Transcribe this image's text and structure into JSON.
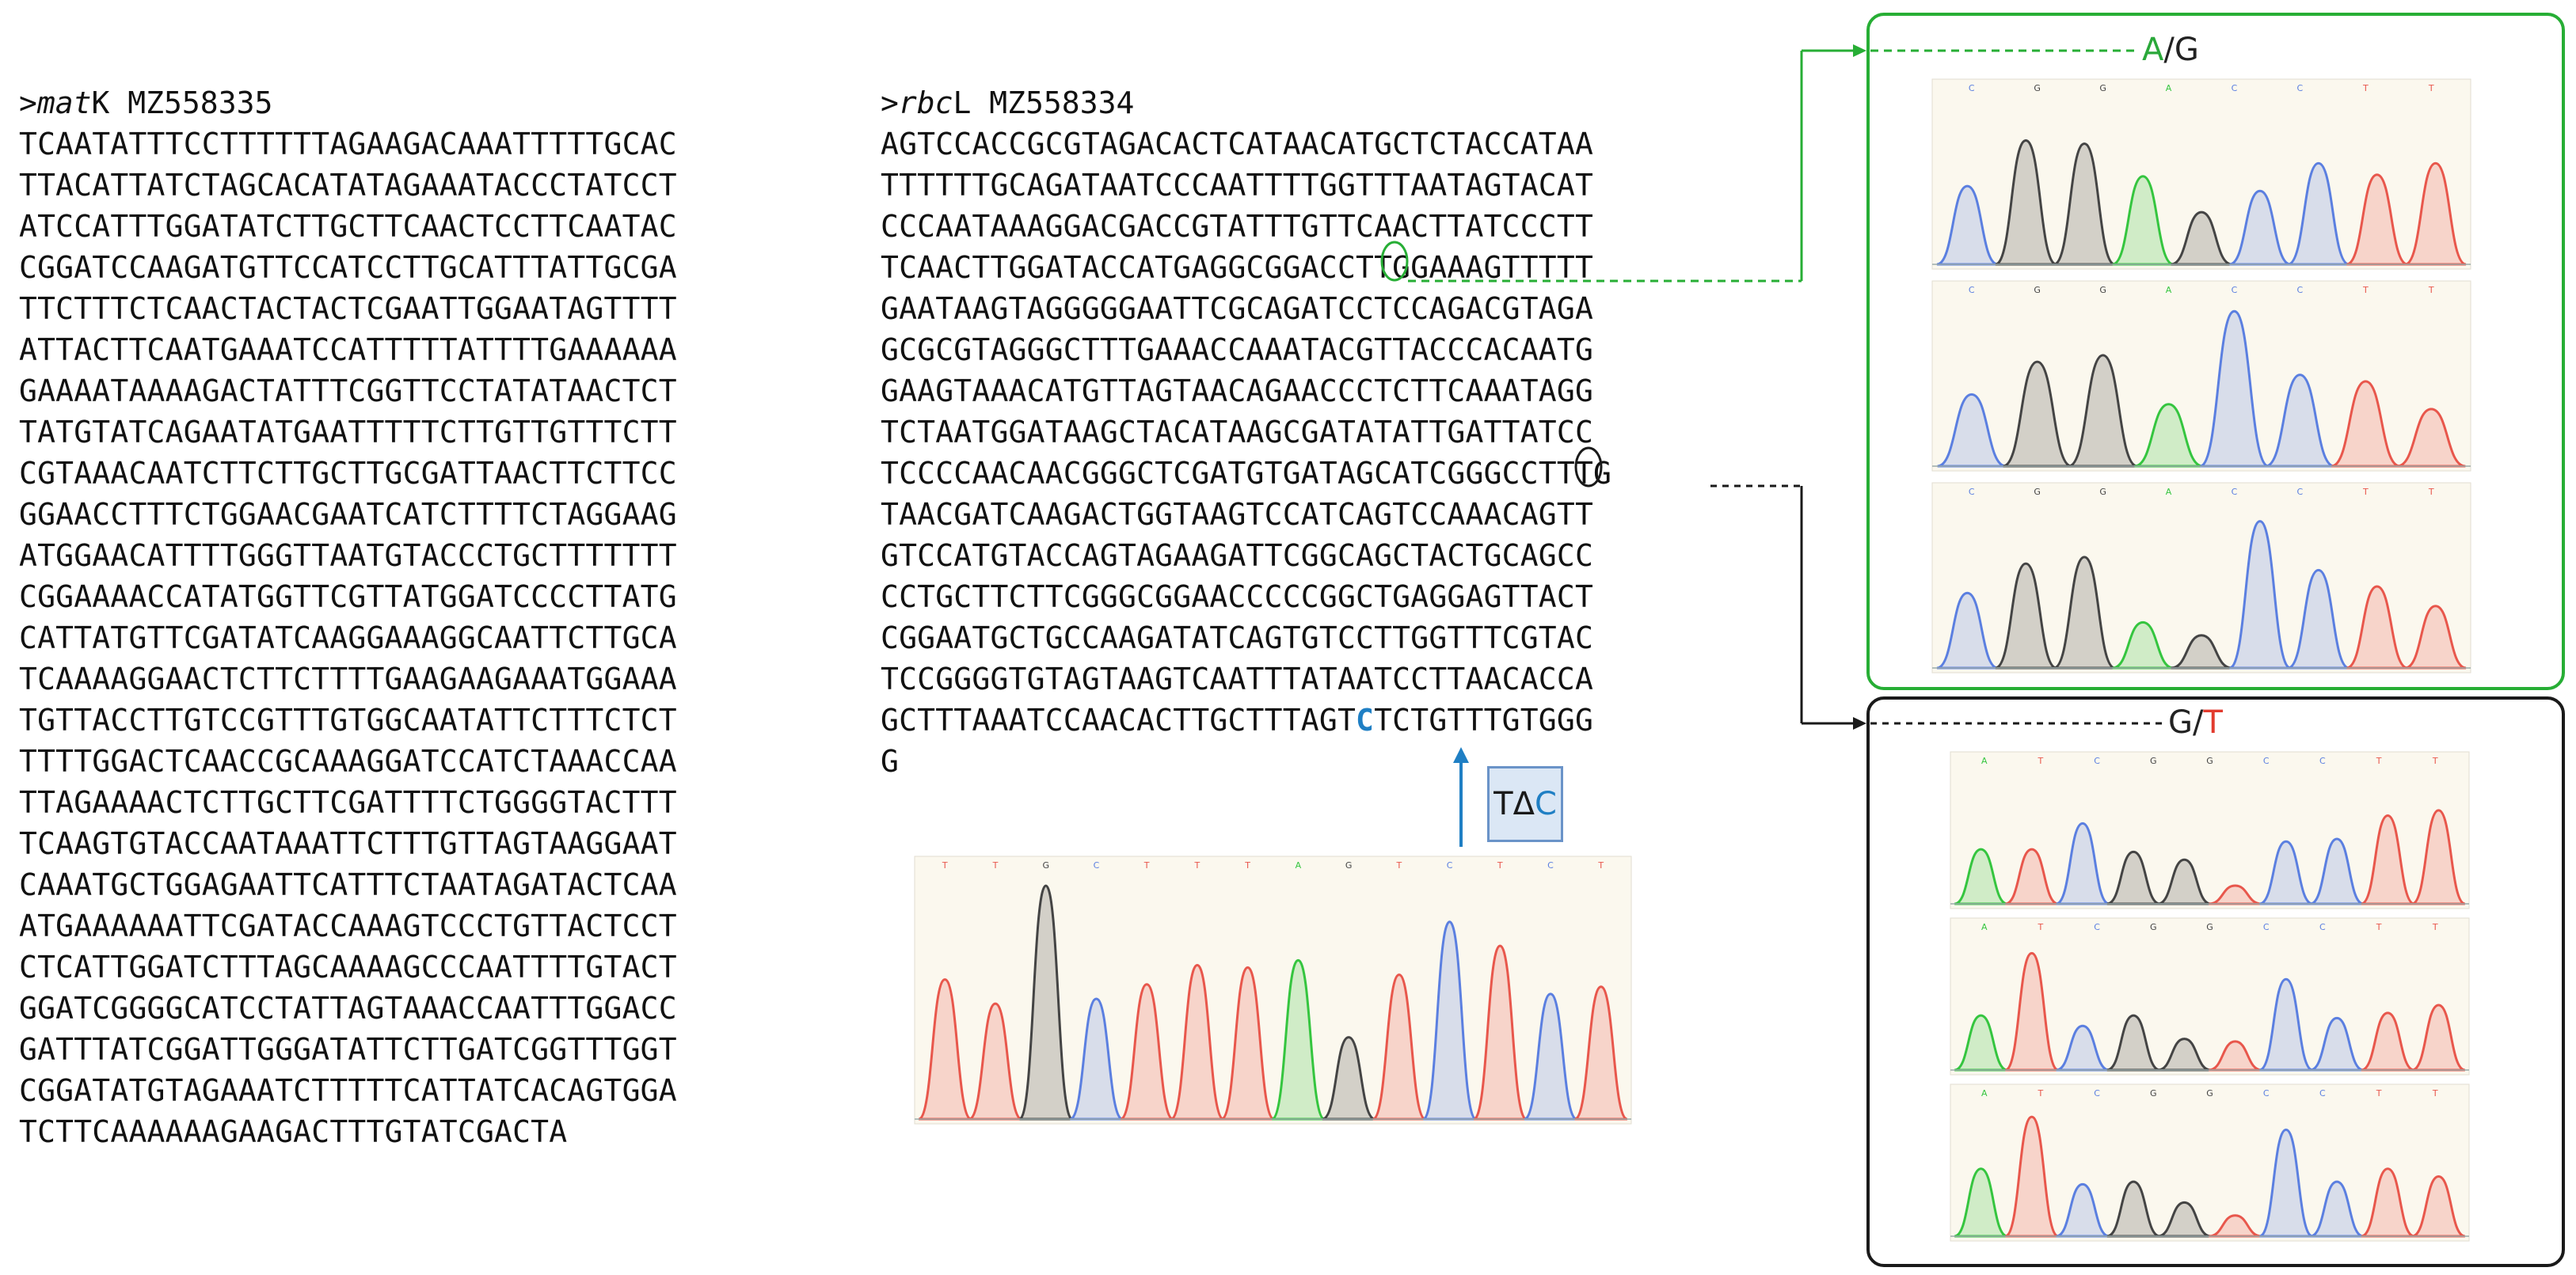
{
  "matk": {
    "header_prefix": ">",
    "header_gene": "mat",
    "header_gene_suffix": "K",
    "header_accession": " MZ558335",
    "lines": [
      "TCAATATTTCCTTTTTTAGAAGACAAATTTTTGCAC",
      "TTACATTATCTAGCACATATAGAAATACCCTATCCT",
      "ATCCATTTGGATATCTTGCTTCAACTCCTTCAATAC",
      "CGGATCCAAGATGTTCCATCCTTGCATTTATTGCGA",
      "TTCTTTCTCAACTACTACTCGAATTGGAATAGTTTT",
      "ATTACTTCAATGAAATCCATTTTTATTTTGAAAAAA",
      "GAAAATAAAAGACTATTTCGGTTCCTATATAACTCT",
      "TATGTATCAGAATATGAATTTTTCTTGTTGTTTCTT",
      "CGTAAACAATCTTCTTGCTTGCGATTAACTTCTTCC",
      "GGAACCTTTCTGGAACGAATCATCTTTTCTAGGAAG",
      "ATGGAACATTTTGGGTTAATGTACCCTGCTTTTTTT",
      "CGGAAAACCATATGGTTCGTTATGGATCCCCTTATG",
      "CATTATGTTCGATATCAAGGAAAGGCAATTCTTGCA",
      "TCAAAAGGAACTCTTCTTTTGAAGAAGAAATGGAAA",
      "TGTTACCTTGTCCGTTTGTGGCAATATTCTTTCTCT",
      "TTTTGGACTCAACCGCAAAGGATCCATCTAAACCAA",
      "TTAGAAAACTCTTGCTTCGATTTTCTGGGGTACTTT",
      "TCAAGTGTACCAATAAATTCTTTGTTAGTAAGGAAT",
      "CAAATGCTGGAGAATTCATTTCTAATAGATACTCAA",
      "ATGAAAAAATTCGATACCAAAGTCCCTGTTACTCCT",
      "CTCATTGGATCTTTAGCAAAAGCCCAATTTTGTACT",
      "GGATCGGGGCATCCTATTAGTAAACCAATTTGGACC",
      "GATTTATCGGATTGGGATATTCTTGATCGGTTTGGT",
      "CGGATATGTAGAAATCTTTTTCATTATCACAGTGGA",
      "TCTTCAAAAAAGAAGACTTTGTATCGACTA"
    ]
  },
  "rbcl": {
    "header_prefix": ">",
    "header_gene": "rbc",
    "header_gene_suffix": "L",
    "header_accession": " MZ558334",
    "lines": [
      "AGTCCACCGCGTAGACACTCATAACATGCTCTACCATAA",
      "TTTTTTGCAGATAATCCCAATTTTGGTTTAATAGTACAT",
      "CCCAATAAAGGACGACCGTATTTGTTCAACTTATCCCTT",
      "TCAACTTGGATACCATGAGGCGGACCTTGGAAAGTTTTT",
      "GAATAAGTAGGGGGAATTCGCAGATCCTCCAGACGTAGA",
      "GCGCGTAGGGCTTTGAAACCAAATACGTTACCCACAATG",
      "GAAGTAAACATGTTAGTAACAGAACCCTCTTCAAATAGG",
      "TCTAATGGATAAGCTACATAAGCGATATATTGATTATCC",
      "TCCCCAACAACGGGCTCGATGTGATAGCATCGGGCCTTTG",
      "TAACGATCAAGACTGGTAAGTCCATCAGTCCAAACAGTT",
      "GTCCATGTACCAGTAGAAGATTCGGCAGCTACTGCAGCC",
      "CCTGCTTCTTCGGGCGGAACCCCCGGCTGAGGAGTTACT",
      "CGGAATGCTGCCAAGATATCAGTGTCCTTGGTTTCGTAC",
      "TCCGGGGTGTAGTAAGTCAATTTATAATCCTTAACACCA",
      "GCTTTAAATCCAACACTTGCTTTAGT",
      "G"
    ],
    "line15_highlight": "C",
    "line15_rest": "TCTGTTTGTGGG"
  },
  "variant_green": {
    "a": "A",
    "sep": "/",
    "b": "G"
  },
  "variant_black": {
    "a": "G",
    "sep": "/",
    "b": "T"
  },
  "deletion": {
    "a": "T",
    "delta": "Δ",
    "b": "C"
  },
  "colors": {
    "green": "#27ae35",
    "black": "#1a1a1a",
    "blue": "#1f7fc4",
    "red": "#e23b2e",
    "peak_A": "#35c53f",
    "peak_C": "#5b7fe0",
    "peak_G": "#444444",
    "peak_T": "#e8574c"
  },
  "traces": {
    "bottom": {
      "labels": [
        "T",
        "T",
        "G",
        "C",
        "T",
        "T",
        "T",
        "A",
        "G",
        "T",
        "C",
        "T",
        "C",
        "T"
      ],
      "peaks": [
        {
          "base": "T",
          "h": 0.58
        },
        {
          "base": "T",
          "h": 0.48
        },
        {
          "base": "G",
          "h": 0.97
        },
        {
          "base": "C",
          "h": 0.5
        },
        {
          "base": "T",
          "h": 0.56
        },
        {
          "base": "T",
          "h": 0.64
        },
        {
          "base": "T",
          "h": 0.63
        },
        {
          "base": "A",
          "h": 0.66
        },
        {
          "base": "G",
          "h": 0.34
        },
        {
          "base": "T",
          "h": 0.6
        },
        {
          "base": "C",
          "h": 0.82
        },
        {
          "base": "T",
          "h": 0.72
        },
        {
          "base": "C",
          "h": 0.52
        },
        {
          "base": "T",
          "h": 0.55
        }
      ]
    },
    "green": [
      {
        "labels": [
          "C",
          "G",
          "G",
          "A",
          "C",
          "C",
          "T",
          "T"
        ],
        "peaks": [
          {
            "base": "C",
            "h": 0.48
          },
          {
            "base": "G",
            "h": 0.76
          },
          {
            "base": "G",
            "h": 0.74
          },
          {
            "base": "A",
            "h": 0.54
          },
          {
            "base": "G",
            "h": 0.32
          },
          {
            "base": "C",
            "h": 0.45
          },
          {
            "base": "C",
            "h": 0.62
          },
          {
            "base": "T",
            "h": 0.55
          },
          {
            "base": "T",
            "h": 0.62
          }
        ]
      },
      {
        "labels": [
          "C",
          "G",
          "G",
          "A",
          "C",
          "C",
          "T",
          "T"
        ],
        "peaks": [
          {
            "base": "C",
            "h": 0.44
          },
          {
            "base": "G",
            "h": 0.64
          },
          {
            "base": "G",
            "h": 0.68
          },
          {
            "base": "A",
            "h": 0.38
          },
          {
            "base": "C",
            "h": 0.95
          },
          {
            "base": "C",
            "h": 0.56
          },
          {
            "base": "T",
            "h": 0.52
          },
          {
            "base": "T",
            "h": 0.35
          }
        ]
      },
      {
        "labels": [
          "C",
          "G",
          "G",
          "A",
          "C",
          "C",
          "T",
          "T"
        ],
        "peaks": [
          {
            "base": "C",
            "h": 0.46
          },
          {
            "base": "G",
            "h": 0.64
          },
          {
            "base": "G",
            "h": 0.68
          },
          {
            "base": "A",
            "h": 0.28
          },
          {
            "base": "G",
            "h": 0.2
          },
          {
            "base": "C",
            "h": 0.9
          },
          {
            "base": "C",
            "h": 0.6
          },
          {
            "base": "T",
            "h": 0.5
          },
          {
            "base": "T",
            "h": 0.38
          }
        ]
      }
    ],
    "black": [
      {
        "labels": [
          "A",
          "T",
          "C",
          "G",
          "G",
          "C",
          "C",
          "T",
          "T"
        ],
        "peaks": [
          {
            "base": "A",
            "h": 0.42
          },
          {
            "base": "T",
            "h": 0.42
          },
          {
            "base": "C",
            "h": 0.62
          },
          {
            "base": "G",
            "h": 0.4
          },
          {
            "base": "G",
            "h": 0.34
          },
          {
            "base": "T",
            "h": 0.14
          },
          {
            "base": "C",
            "h": 0.48
          },
          {
            "base": "C",
            "h": 0.5
          },
          {
            "base": "T",
            "h": 0.68
          },
          {
            "base": "T",
            "h": 0.72
          }
        ]
      },
      {
        "labels": [
          "A",
          "T",
          "C",
          "G",
          "G",
          "C",
          "C",
          "T",
          "T"
        ],
        "peaks": [
          {
            "base": "A",
            "h": 0.42
          },
          {
            "base": "T",
            "h": 0.9
          },
          {
            "base": "C",
            "h": 0.34
          },
          {
            "base": "G",
            "h": 0.42
          },
          {
            "base": "G",
            "h": 0.24
          },
          {
            "base": "T",
            "h": 0.22
          },
          {
            "base": "C",
            "h": 0.7
          },
          {
            "base": "C",
            "h": 0.4
          },
          {
            "base": "T",
            "h": 0.44
          },
          {
            "base": "T",
            "h": 0.5
          }
        ]
      },
      {
        "labels": [
          "A",
          "T",
          "C",
          "G",
          "G",
          "C",
          "C",
          "T",
          "T"
        ],
        "peaks": [
          {
            "base": "A",
            "h": 0.52
          },
          {
            "base": "T",
            "h": 0.92
          },
          {
            "base": "C",
            "h": 0.4
          },
          {
            "base": "G",
            "h": 0.42
          },
          {
            "base": "G",
            "h": 0.26
          },
          {
            "base": "T",
            "h": 0.16
          },
          {
            "base": "C",
            "h": 0.82
          },
          {
            "base": "C",
            "h": 0.42
          },
          {
            "base": "T",
            "h": 0.52
          },
          {
            "base": "T",
            "h": 0.46
          }
        ]
      }
    ]
  }
}
